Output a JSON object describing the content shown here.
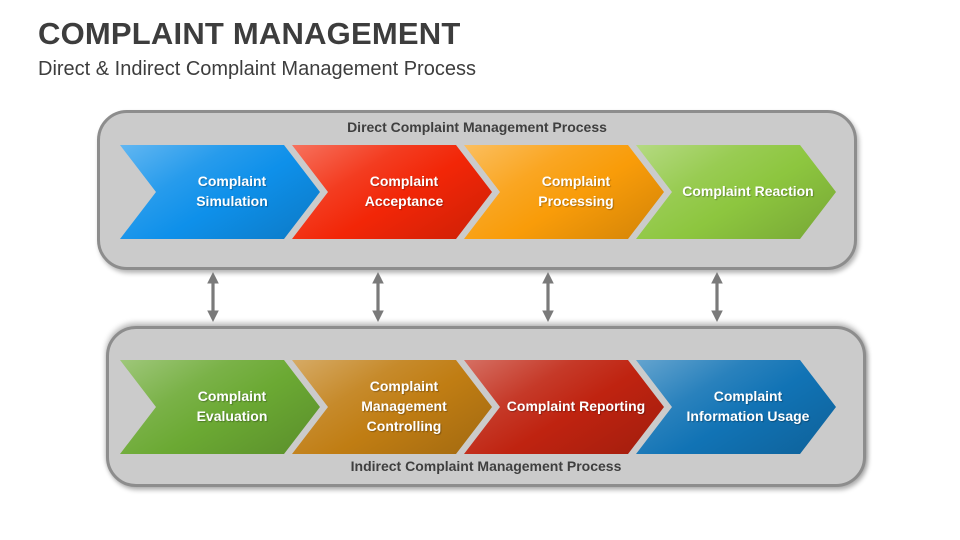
{
  "page": {
    "title": "COMPLAINT MANAGEMENT",
    "subtitle": "Direct & Indirect Complaint Management Process"
  },
  "direct": {
    "label": "Direct Complaint Management Process",
    "steps": [
      {
        "label": "Complaint Simulation",
        "color": "#0e90ea"
      },
      {
        "label": "Complaint Acceptance",
        "color": "#f22607"
      },
      {
        "label": "Complaint Processing",
        "color": "#f99c09"
      },
      {
        "label": "Complaint Reaction",
        "color": "#8dc63f"
      }
    ]
  },
  "indirect": {
    "label": "Indirect Complaint Management Process",
    "steps": [
      {
        "label": "Complaint Evaluation",
        "color": "#6ba933"
      },
      {
        "label": "Complaint Management Controlling",
        "color": "#c07d13"
      },
      {
        "label": "Complaint Reporting",
        "color": "#bf2310"
      },
      {
        "label": "Complaint Information Usage",
        "color": "#1173b5"
      }
    ]
  },
  "connectors": {
    "count": 4,
    "color": "#7a7a7a"
  },
  "theme": {
    "panel_fill": "#cbcbcb",
    "panel_border": "#8d8d8d",
    "title_color": "#3d3d3d",
    "step_text_color": "#ffffff"
  }
}
